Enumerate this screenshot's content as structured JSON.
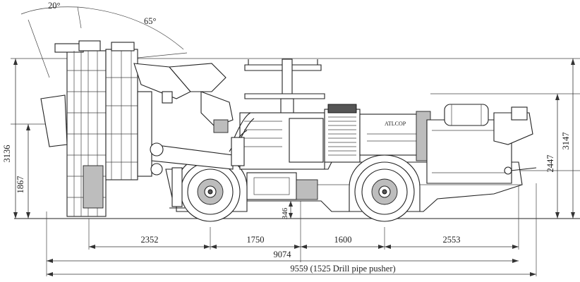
{
  "angles": {
    "a1": "20°",
    "a2": "65°"
  },
  "vertical_dims": {
    "left_total": "3136",
    "left_axle": "1867",
    "right_total": "3147",
    "right_canopy": "2447",
    "ground_clearance": "346"
  },
  "horizontal_dims": {
    "d1": "2352",
    "d2": "1750",
    "d3": "1600",
    "d4": "2553",
    "overall": "9074",
    "overall_pusher": "9559 (1525 Drill pipe pusher)"
  },
  "cab_label": "ATLCOP",
  "colors": {
    "line": "#222222",
    "background": "#ffffff"
  }
}
